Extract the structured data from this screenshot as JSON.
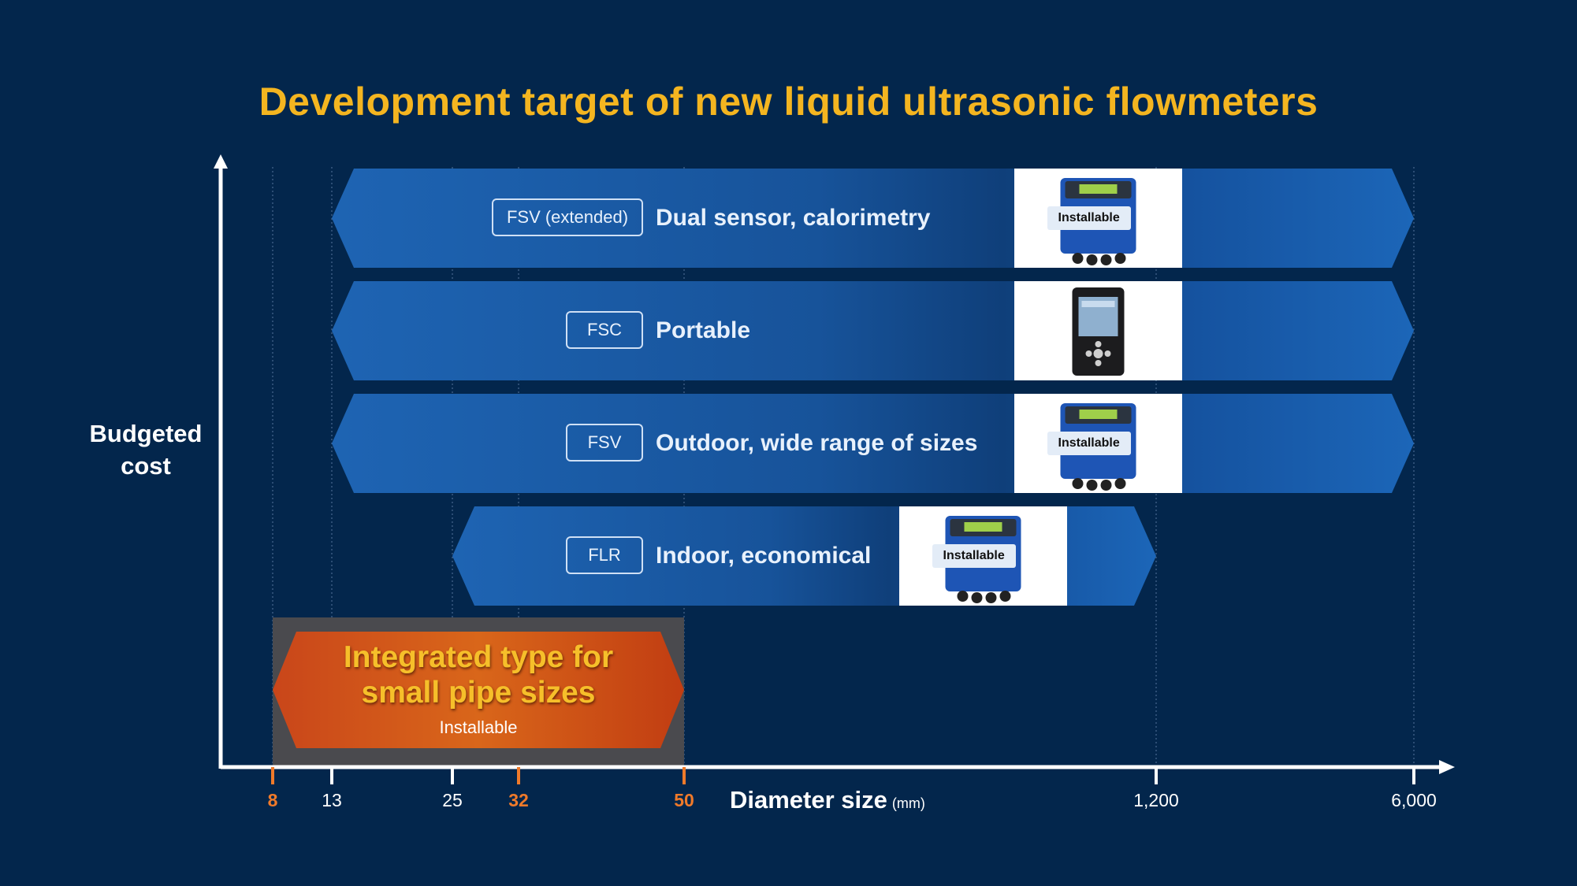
{
  "title": "Development target of new liquid ultrasonic flowmeters",
  "y_axis_label": [
    "Budgeted",
    "cost"
  ],
  "x_axis": {
    "label": "Diameter size",
    "unit": "(mm)",
    "ticks": [
      {
        "value": "8",
        "highlight": true
      },
      {
        "value": "13",
        "highlight": false
      },
      {
        "value": "25",
        "highlight": false
      },
      {
        "value": "32",
        "highlight": true
      },
      {
        "value": "50",
        "highlight": true
      },
      {
        "value": "1,200",
        "highlight": false
      },
      {
        "value": "6,000",
        "highlight": false
      }
    ]
  },
  "bands": [
    {
      "code": "FSV (extended)",
      "description": "Dual sensor, calorimetry",
      "min": "13",
      "max": "6,000",
      "badge": "Installable",
      "device": "wall-unit"
    },
    {
      "code": "FSC",
      "description": "Portable",
      "min": "13",
      "max": "6,000",
      "badge": "",
      "device": "handheld"
    },
    {
      "code": "FSV",
      "description": "Outdoor, wide range of sizes",
      "min": "13",
      "max": "6,000",
      "badge": "Installable",
      "device": "wall-unit"
    },
    {
      "code": "FLR",
      "description": "Indoor, economical",
      "min": "25",
      "max": "1,200",
      "badge": "Installable",
      "device": "wall-unit"
    }
  ],
  "integrated": {
    "title_lines": [
      "Integrated type for",
      "small pipe sizes"
    ],
    "subtitle": "Installable",
    "min": "8",
    "max": "50"
  },
  "colors": {
    "background": "#03264c",
    "title": "#f4b520",
    "band": "#1a5ca8",
    "highlight_tick": "#f07a2a",
    "integrated_start": "#c9461a",
    "integrated_end": "#d8640f"
  }
}
